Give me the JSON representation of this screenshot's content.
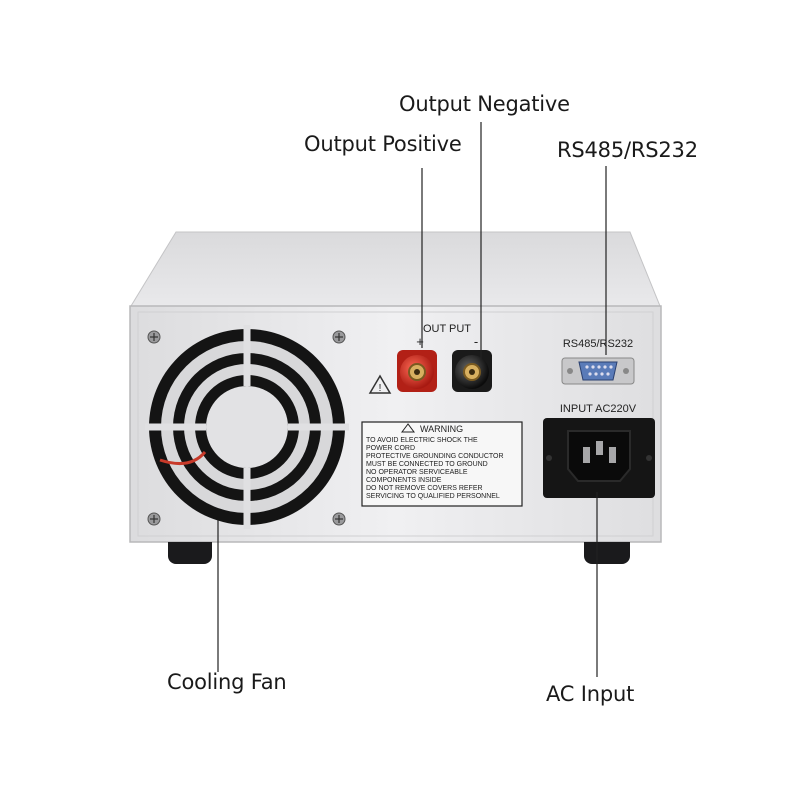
{
  "callouts": {
    "output_negative": "Output Negative",
    "output_positive": "Output Positive",
    "rs485": "RS485/RS232",
    "cooling_fan": "Cooling Fan",
    "ac_input": "AC Input"
  },
  "panel": {
    "output_label": "OUT PUT",
    "plus": "+",
    "minus": "-",
    "port_label": "RS485/RS232",
    "input_label": "INPUT AC220V",
    "warning_title": "WARNING",
    "warning_lines": [
      "TO AVOID ELECTRIC SHOCK THE",
      "POWER CORD",
      "PROTECTIVE GROUNDING CONDUCTOR",
      "MUST BE CONNECTED TO GROUND",
      "NO OPERATOR SERVICEABLE",
      "COMPONENTS INSIDE",
      "DO NOT REMOVE COVERS REFER",
      "SERVICING TO QUALIFIED PERSONNEL"
    ]
  },
  "colors": {
    "case_top": "#e4e4e6",
    "panel_face": "#ebebed",
    "fan_black": "#141414",
    "terminal_red": "#c8281e",
    "terminal_black": "#1c1c1c",
    "port_blue": "#5a7bb8"
  }
}
